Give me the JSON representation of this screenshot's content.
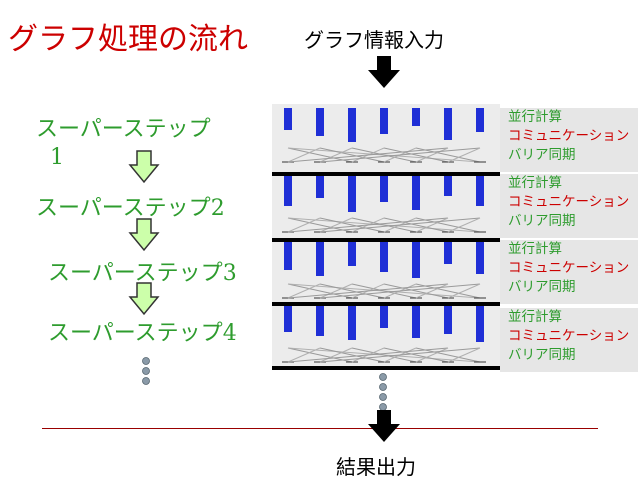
{
  "title": "グラフ処理の流れ",
  "input_label": "グラフ情報入力",
  "output_label": "結果出力",
  "supersteps": [
    {
      "label": "スーパーステップ",
      "num": "1"
    },
    {
      "label": "スーパーステップ",
      "num": "2"
    },
    {
      "label": "スーパーステップ",
      "num": "3"
    },
    {
      "label": "スーパーステップ",
      "num": "4"
    }
  ],
  "phases": [
    [
      "並行計算",
      "コミュニケーション",
      "バリア同期"
    ],
    [
      "並行計算",
      "コミュニケーション",
      "バリア同期"
    ],
    [
      "並行計算",
      "コミュニケーション",
      "バリア同期"
    ],
    [
      "並行計算",
      "コミュニケーション",
      "バリア同期"
    ]
  ],
  "colors": {
    "title": "#cc0000",
    "step_text": "#2e9c2e",
    "bar": "#1f2fd6",
    "arrow_green": "#ccffaa",
    "arrow_black": "#000000",
    "dots": "#8a9aa8"
  },
  "icons": [
    "down-arrow-icon",
    "ellipsis-dots-icon"
  ]
}
